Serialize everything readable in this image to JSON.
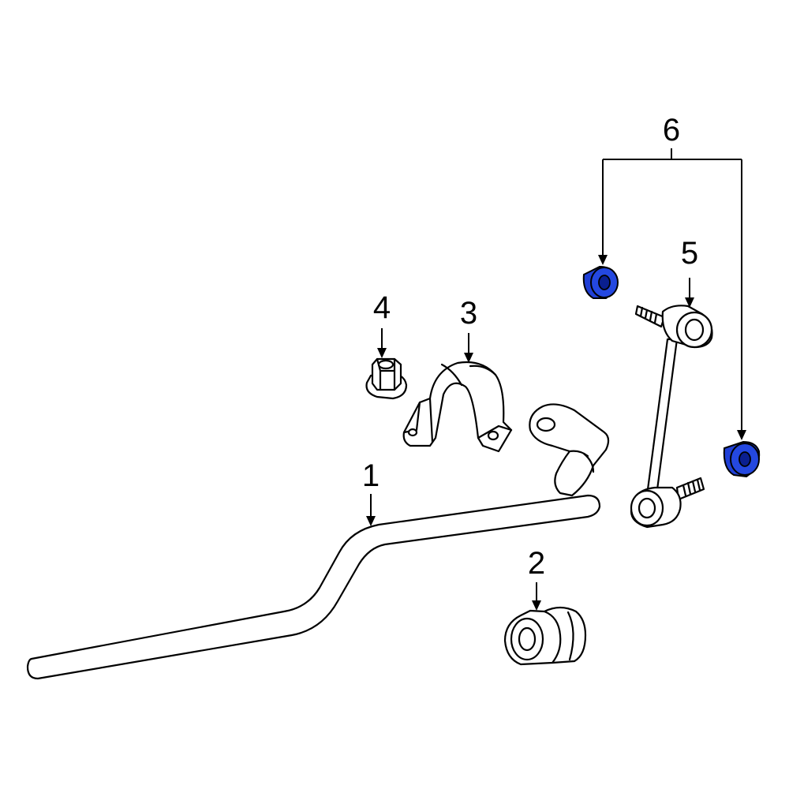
{
  "callouts": {
    "c1": "1",
    "c2": "2",
    "c3": "3",
    "c4": "4",
    "c5": "5",
    "c6": "6"
  },
  "colors": {
    "line": "#000000",
    "background": "#ffffff",
    "highlight": "#1f3fd6",
    "highlight_dark": "#0a1f8f"
  }
}
